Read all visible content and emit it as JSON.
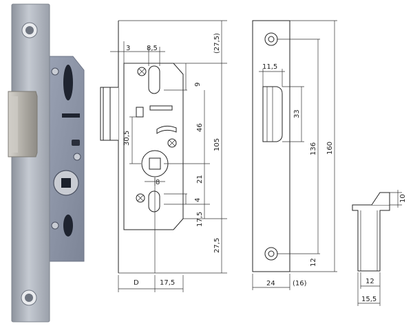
{
  "dimensions": {
    "d3": "3",
    "d8_5": "8,5",
    "d27_5_top": "(27,5)",
    "d9": "9",
    "d46": "46",
    "d105": "105",
    "d30_5": "30,5",
    "d8": "8",
    "d21": "21",
    "d4": "4",
    "d17_5_v": "17,5",
    "d27_5_bottom": "27,5",
    "dD": "D",
    "d17_5_h": "17,5",
    "d11_5": "11,5",
    "d33": "33",
    "d136": "136",
    "d160": "160",
    "d12_v": "12",
    "d24": "24",
    "d16": "(16)",
    "d10": "10",
    "d12_h": "12",
    "d15_5": "15,5"
  },
  "colors": {
    "faceplate": "#aab0ba",
    "body": "#8c94a6",
    "latch": "#b0aea8",
    "line": "#222222"
  }
}
